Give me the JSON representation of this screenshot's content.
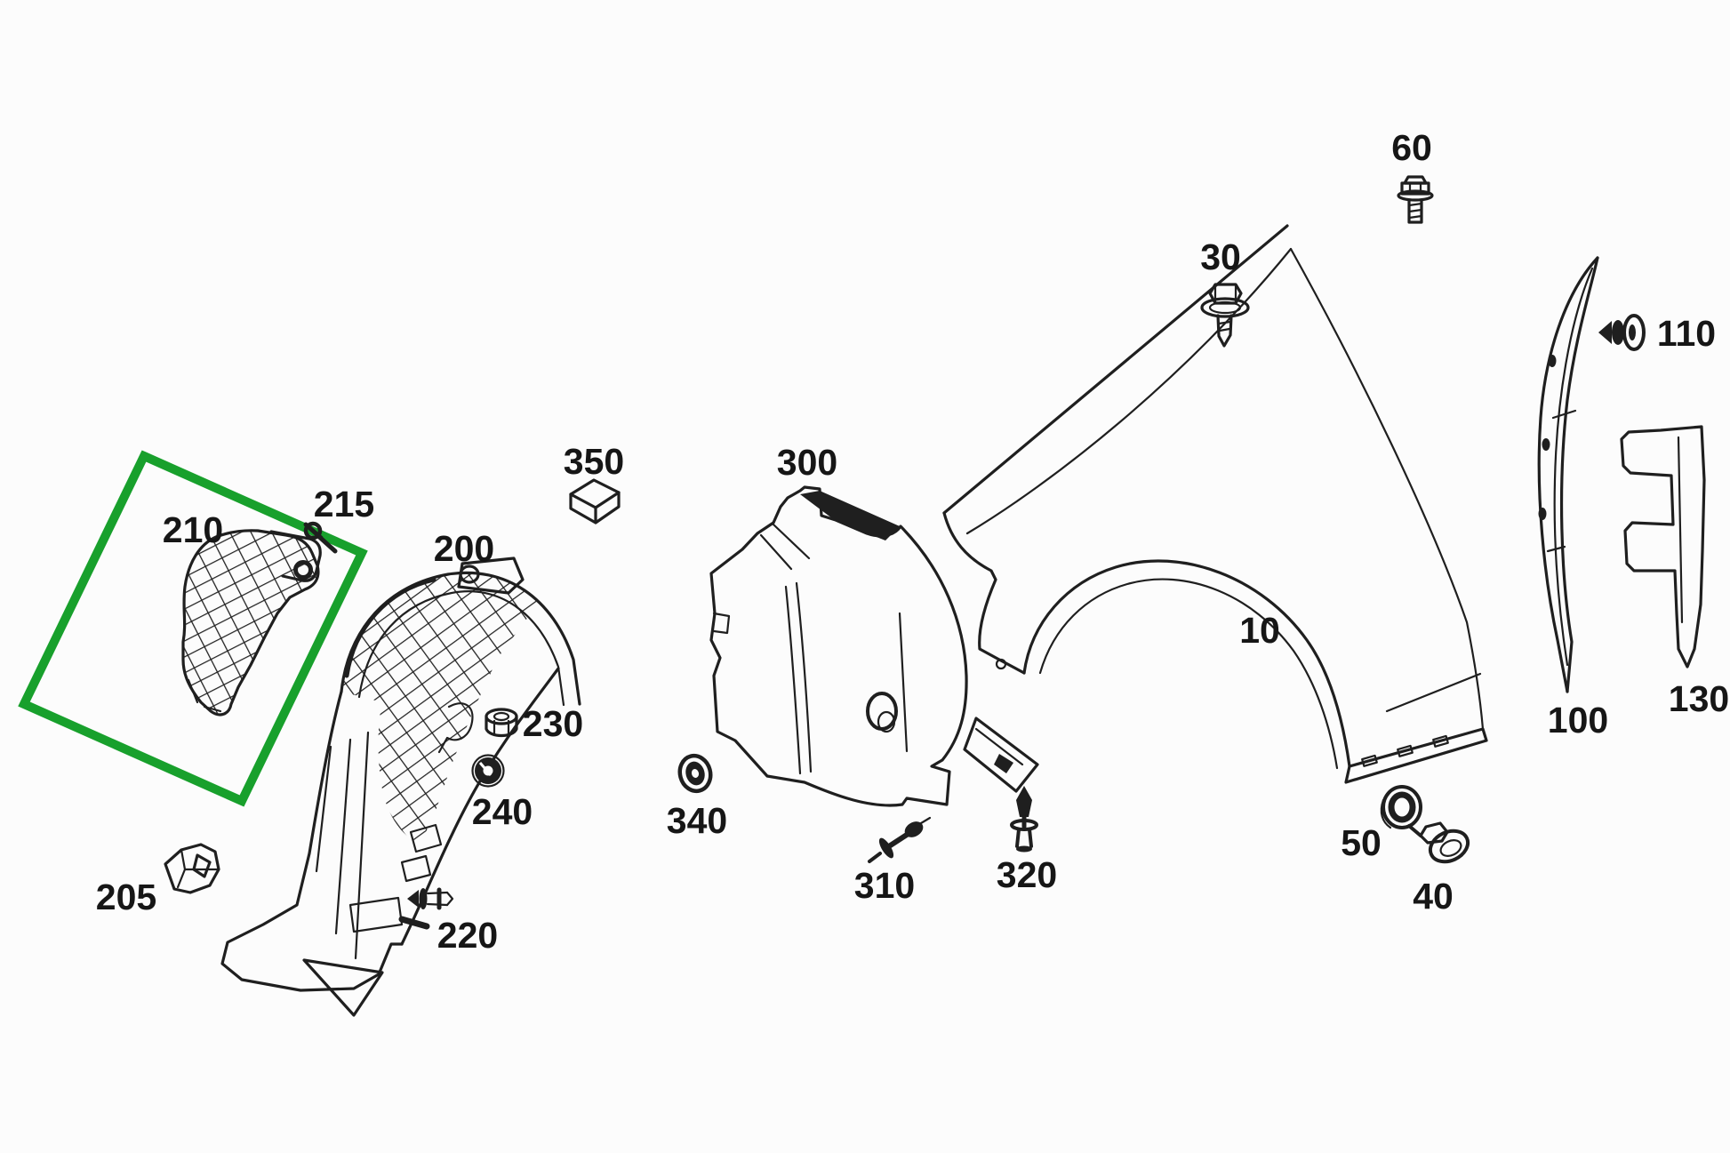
{
  "diagram": {
    "type": "exploded-parts-diagram",
    "background_color": "#fcfcfc",
    "line_color": "#1f1f1f",
    "highlight_box": {
      "color": "#18a02c",
      "highlighted_part_label": "210"
    },
    "part_labels": {
      "fender": "10",
      "screw_30": "30",
      "screw_40": "40",
      "grommet_50": "50",
      "bolt_60": "60",
      "brace_100": "100",
      "clip_110": "110",
      "bracket_130": "130",
      "liner_front": "200",
      "bracket_205": "205",
      "liner_front_section": "210",
      "clip_215": "215",
      "rivet_220": "220",
      "nut_230": "230",
      "grommet_240": "240",
      "liner_rear": "300",
      "rivet_310": "310",
      "rivet_320": "320",
      "nut_340": "340",
      "pad_350": "350"
    }
  }
}
